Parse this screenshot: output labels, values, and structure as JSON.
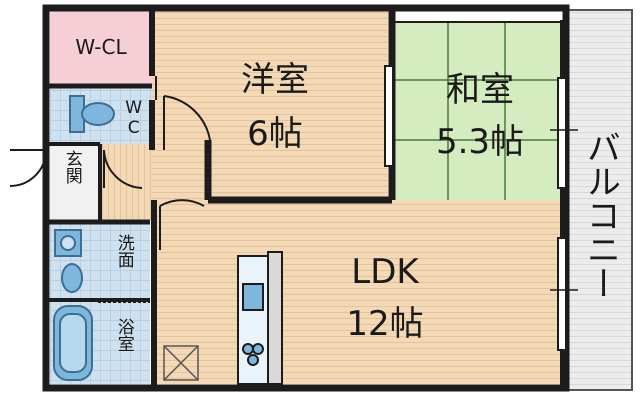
{
  "rooms": {
    "wcl": "W-CL",
    "wc": "WC",
    "genkan": "玄関",
    "washroom": "洗面",
    "bath": "浴室",
    "western_room": "洋室",
    "western_size": "6帖",
    "japanese_room": "和室",
    "japanese_size": "5.3帖",
    "ldk": "LDK",
    "ldk_size": "12帖",
    "balcony": "バルコニー"
  },
  "colors": {
    "wall": "#1c1c1c",
    "floor_wood": "#f3d9b6",
    "floor_line": "#e4c39a",
    "tatami": "#d4ecc0",
    "tatami_line": "#4a7a3a",
    "wet_area": "#cfe1ef",
    "closet": "#f6cfd6",
    "balcony": "#e8e8e8",
    "fixture_blue": "#7fb7dc"
  }
}
